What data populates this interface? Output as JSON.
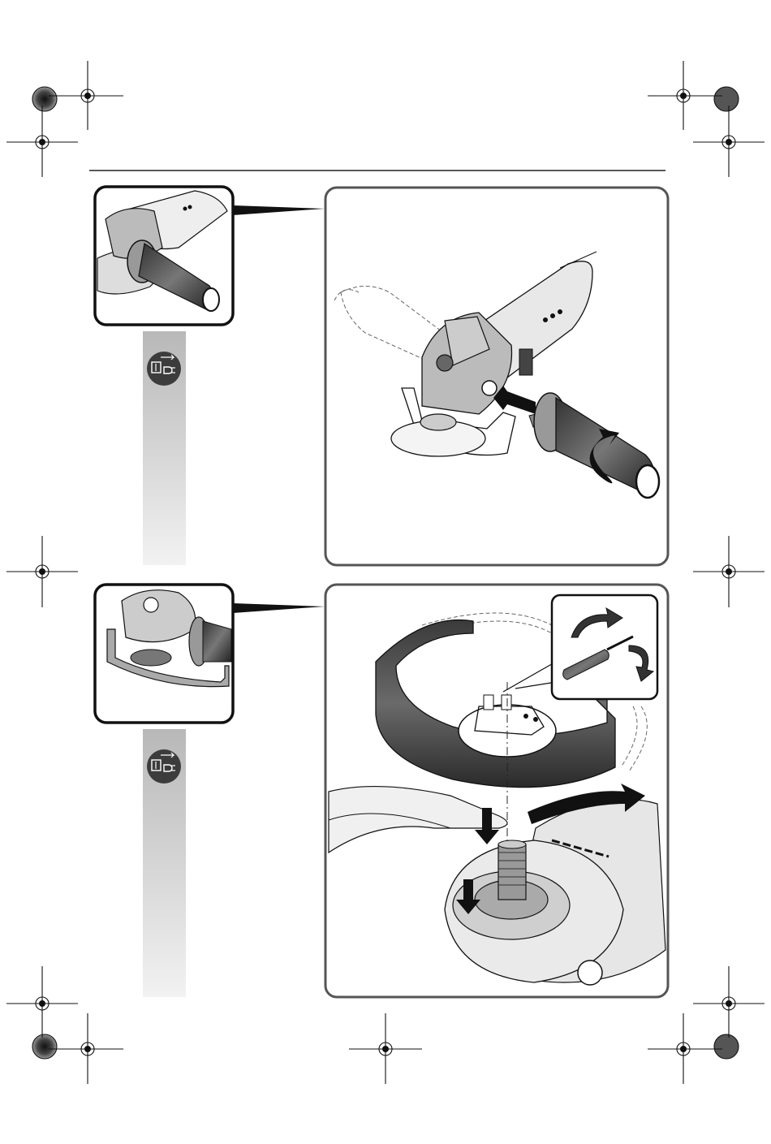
{
  "page": {
    "background": "#ffffff",
    "ink": "#111111",
    "grey_strip_top": "#b8b8b8",
    "grey_strip_bottom": "#f2f2f2"
  },
  "steps": [
    {
      "thumbnail_icon": "grinder-with-side-handle-thumbnail",
      "warning_icon": "unplug-before-work-icon",
      "illustration": "screw-in-side-handle-illustration"
    },
    {
      "thumbnail_icon": "grinder-with-guard-thumbnail",
      "warning_icon": "unplug-before-work-icon",
      "illustration": "mount-protection-guard-illustration",
      "inset_icon": "screwdriver-adjust-clamp-icon"
    }
  ]
}
